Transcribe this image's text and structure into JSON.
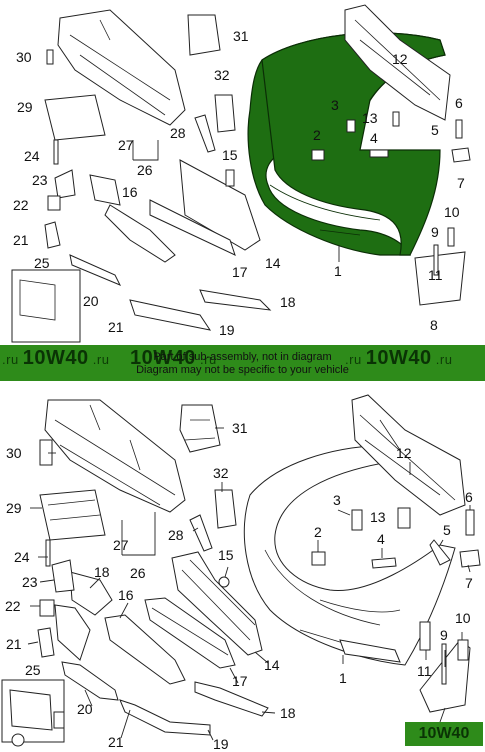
{
  "banner": {
    "line1": "Part of sub-assembly, not in diagram",
    "line2": "Diagram may not be specific to your vehicle"
  },
  "watermark": {
    "prefix": ".ru",
    "brand": "10W40",
    "suffix": ".ru",
    "bottom": "10W40"
  },
  "callouts": {
    "c1": "1",
    "c2": "2",
    "c3": "3",
    "c4": "4",
    "c5": "5",
    "c6": "6",
    "c7": "7",
    "c8": "8",
    "c9": "9",
    "c10": "10",
    "c11": "11",
    "c12": "12",
    "c13": "13",
    "c14": "14",
    "c15": "15",
    "c16": "16",
    "c17": "17",
    "c18": "18",
    "c19": "19",
    "c20": "20",
    "c21": "21",
    "c22": "22",
    "c23": "23",
    "c24": "24",
    "c25": "25",
    "c26": "26",
    "c27": "27",
    "c28": "28",
    "c29": "29",
    "c30": "30",
    "c31": "31",
    "c32": "32"
  },
  "colors": {
    "highlight": "#1e6e12",
    "banner": "#2e8b1a"
  }
}
